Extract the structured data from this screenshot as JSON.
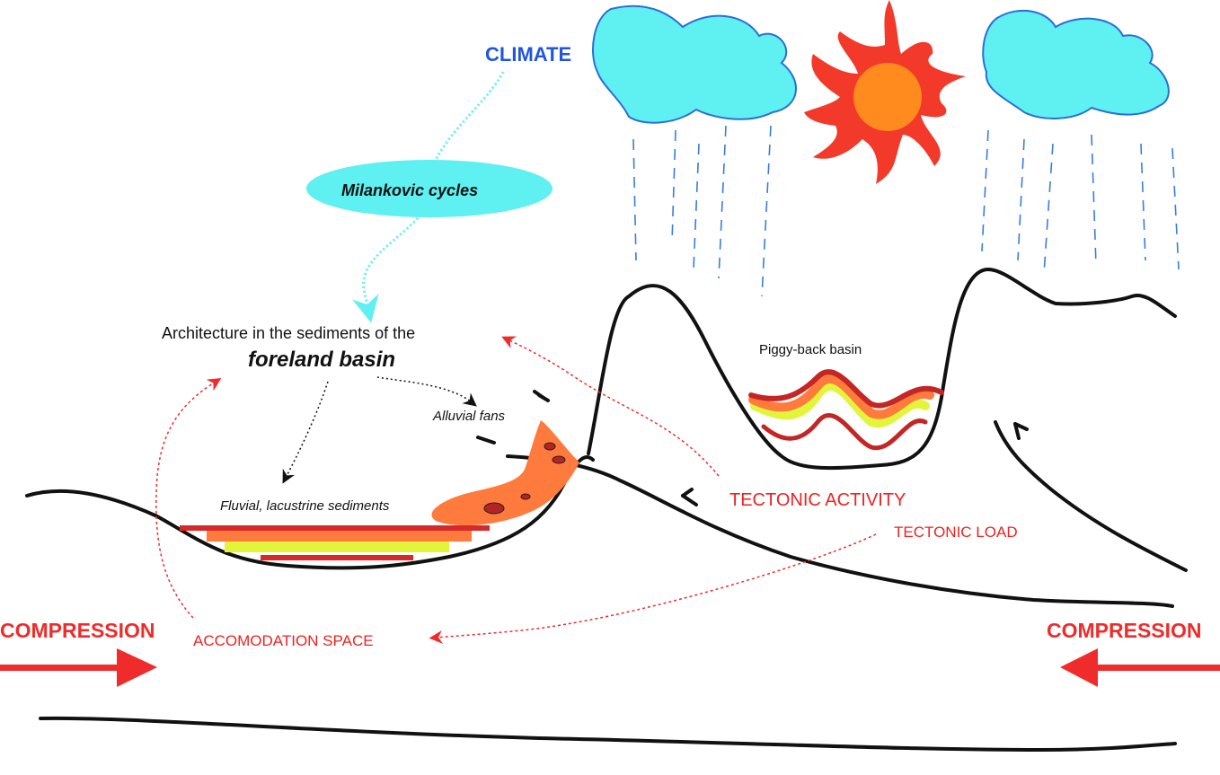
{
  "labels": {
    "climate": "CLIMATE",
    "milankovic": "Milankovic cycles",
    "architecture_line1": "Architecture in the sediments of the",
    "architecture_line2": "foreland basin",
    "alluvial_fans": "Alluvial fans",
    "fluvial": "Fluvial, lacustrine sediments",
    "piggy_back": "Piggy-back basin",
    "tectonic_activity": "TECTONIC ACTIVITY",
    "tectonic_load": "TECTONIC LOAD",
    "accommodation_space": "ACCOMODATION SPACE",
    "compression_left": "COMPRESSION",
    "compression_right": "COMPRESSION"
  },
  "colors": {
    "cloud_fill": "#5ff0f2",
    "cloud_stroke": "#2a6fd6",
    "sun_core": "#ff8a1e",
    "sun_rays": "#f2392a",
    "accent_red": "#f02b2b",
    "sediment_orange": "#ff7a3d",
    "sediment_yellow": "#e2f53a",
    "sediment_darkred": "#c42626",
    "rain": "#3a7be0"
  }
}
